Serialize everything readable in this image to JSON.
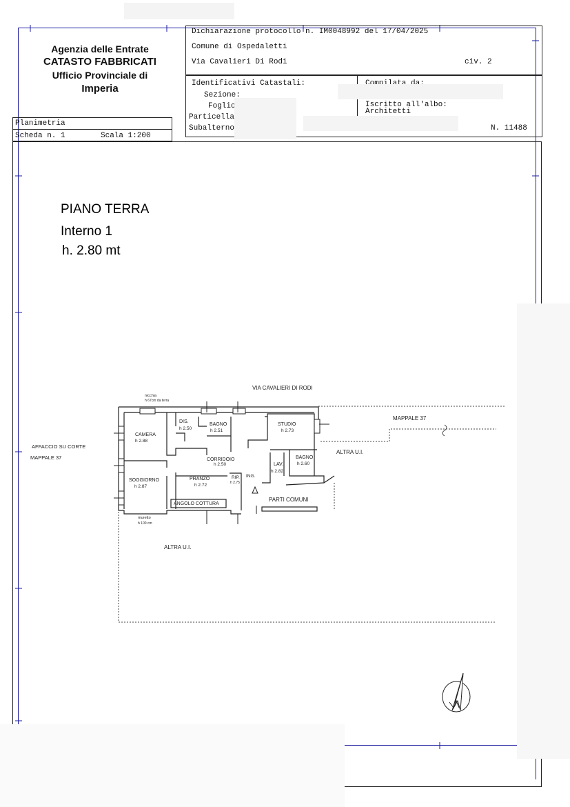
{
  "header": {
    "agency_line1": "Agenzia delle Entrate",
    "agency_line2": "CATASTO FABBRICATI",
    "agency_line3": "Ufficio Provinciale di",
    "agency_line4": "Imperia",
    "declaration": "Dichiarazione protocollo n. IM0048992 del 17/04/2025",
    "comune": "Comune di Ospedaletti",
    "via": "Via Cavalieri Di Rodi",
    "civ": "civ. 2",
    "identificativi": "Identificativi Catastali:",
    "sezione": "Sezione:",
    "foglio": "Foglio",
    "particella": "Particella",
    "subalterno": "Subalterno",
    "compilata": "Compilata da:",
    "iscritto_line1": "Iscritto all'albo:",
    "iscritto_line2": "Architetti",
    "numero": "N. 11488",
    "planimetria": "Planimetria",
    "scheda": "Scheda n. 1",
    "scala": "Scala 1:200"
  },
  "title": {
    "piano": "PIANO TERRA",
    "interno": "Interno 1",
    "altezza": "h. 2.80 mt"
  },
  "plan": {
    "street": "VIA CAVALIERI DI RODI",
    "mappale_top": "MAPPALE 37",
    "affaccio_line1": "AFFACCIO SU CORTE",
    "affaccio_line2": "MAPPALE 37",
    "altra_right": "ALTRA U.I.",
    "altra_bottom": "ALTRA U.I.",
    "parti_comuni": "PARTI COMUNI",
    "nicchia_line1": "nicchia",
    "nicchia_line2": "h 67cm da terra",
    "muretto_line1": "muretto",
    "muretto_line2": "h 100 cm",
    "ing": "ING.",
    "angolo": "ANGOLO COTTURA",
    "rooms": [
      {
        "name": "CAMERA",
        "h": "h 2.88"
      },
      {
        "name": "DIS.",
        "h": "h 2.50"
      },
      {
        "name": "BAGNO",
        "h": "h 2.51"
      },
      {
        "name": "STUDIO",
        "h": "h 2.73"
      },
      {
        "name": "CORRIDOIO",
        "h": "h 2.50"
      },
      {
        "name": "BAGNO",
        "h": "h 2.60"
      },
      {
        "name": "LAV.",
        "h": "h 2.82"
      },
      {
        "name": "SOGGIORNO",
        "h": "h 2.87"
      },
      {
        "name": "PRANZO",
        "h": "h 2.72"
      },
      {
        "name": "RIP.",
        "h": "h 2.75"
      }
    ]
  }
}
